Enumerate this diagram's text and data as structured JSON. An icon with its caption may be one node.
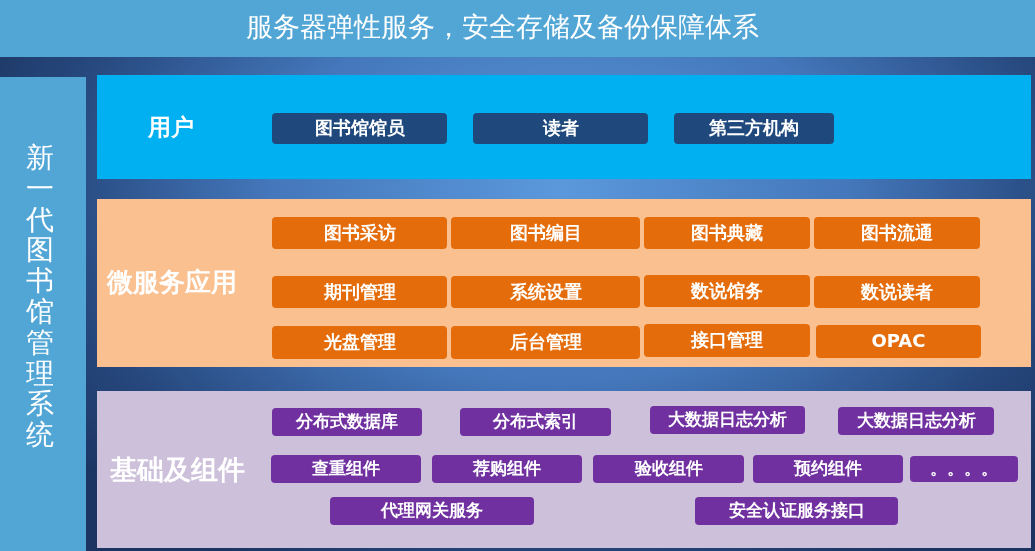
{
  "diagram": {
    "title": "服务器弹性服务，安全存储及备份保障体系",
    "nodes": [
      {
        "text": [
          "新一代图书馆管理系统"
        ]
      },
      {
        "text": [
          "用户"
        ]
      },
      {
        "text": [
          "图书馆馆员"
        ],
        "in": 1
      },
      {
        "text": [
          "读者"
        ],
        "in": 1
      },
      {
        "text": [
          "第三方机构"
        ],
        "in": 1
      },
      {
        "text": [
          "微服务应用"
        ]
      },
      {
        "text": [
          "图书采访"
        ],
        "in": 5
      },
      {
        "text": [
          "图书编目"
        ],
        "in": 5
      },
      {
        "text": [
          "图书典藏"
        ],
        "in": 5
      },
      {
        "text": [
          "图书流通"
        ],
        "in": 5
      },
      {
        "text": [
          "期刊管理"
        ],
        "in": 5
      },
      {
        "text": [
          "系统设置"
        ],
        "in": 5
      },
      {
        "text": [
          "数说馆务"
        ],
        "in": 5
      },
      {
        "text": [
          "数说读者"
        ],
        "in": 5
      },
      {
        "text": [
          "光盘管理"
        ],
        "in": 5
      },
      {
        "text": [
          "后台管理"
        ],
        "in": 5
      },
      {
        "text": [
          "接口管理"
        ],
        "in": 5
      },
      {
        "text": [
          "OPAC"
        ],
        "in": 5
      },
      {
        "text": [
          "基础及组件"
        ]
      },
      {
        "text": [
          "分布式数据库"
        ],
        "in": 18
      },
      {
        "text": [
          "分布式索引"
        ],
        "in": 18
      },
      {
        "text": [
          "大数据日志分析"
        ],
        "in": 18
      },
      {
        "text": [
          "大数据日志分析"
        ],
        "in": 18
      },
      {
        "text": [
          "查重组件"
        ],
        "in": 18
      },
      {
        "text": [
          "荐购组件"
        ],
        "in": 18
      },
      {
        "text": [
          "验收组件"
        ],
        "in": 18
      },
      {
        "text": [
          "预约组件"
        ],
        "in": 18
      },
      {
        "text": [
          "。。。。"
        ],
        "in": 18
      },
      {
        "text": [
          "代理网关服务"
        ],
        "in": 18
      },
      {
        "text": [
          "安全认证服务接口"
        ],
        "in": 18
      }
    ]
  }
}
